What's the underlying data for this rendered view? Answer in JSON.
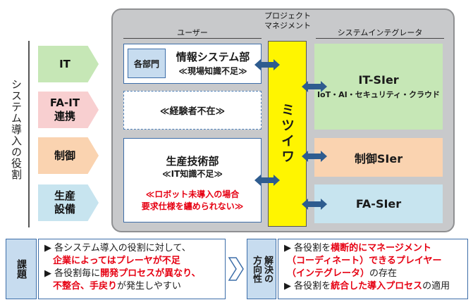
{
  "side_label": "システム導入の役割",
  "categories": {
    "it": "IT",
    "fa_it": [
      "FA-IT",
      "連携"
    ],
    "control": "制御",
    "facility": [
      "生産",
      "設備"
    ]
  },
  "headers": {
    "user": "ユーザー",
    "pm": [
      "プロジェクト",
      "マネジメント"
    ],
    "integrator": "システムインテグレータ"
  },
  "user_boxes": {
    "dept_tag": "各部門",
    "info_title": "情報システム部",
    "info_note": "≪現場知識不足≫",
    "no_exp": "≪経験者不在≫",
    "prod_title": "生産技術部",
    "prod_note": "≪IT知識不足≫",
    "prod_red": [
      "≪ロボット未導入の場合",
      "要求仕様を纏められない≫"
    ]
  },
  "pm_label": "ミツイワ",
  "si_boxes": {
    "it_title": "IT-SIer",
    "it_sub": "IoT・AI・セキュリティ・クラウド",
    "ctrl": "制御SIer",
    "fa": "FA-SIer"
  },
  "bottom": {
    "issue_tag": "課題",
    "issue_lines": [
      {
        "prefix": "▶ 各システム導入の役割に対して、",
        "red": "",
        "suffix": ""
      },
      {
        "prefix": "",
        "red": "企業によってはプレーヤが不足",
        "suffix": ""
      },
      {
        "prefix": "▶ 各役割毎に",
        "red": "開発プロセスが異なり、",
        "suffix": ""
      },
      {
        "prefix": "",
        "red": "不整合、手戻り",
        "suffix": "が発生しやすい"
      }
    ],
    "solution_tag": [
      "解決の",
      "方向性"
    ],
    "solution_lines": [
      {
        "prefix": "▶ 各役割を",
        "red": "横断的にマネージメント",
        "suffix": ""
      },
      {
        "prefix": "",
        "red": "（コーディネート）できるプレイヤー",
        "suffix": ""
      },
      {
        "prefix": "",
        "red": "（インテグレータ）",
        "suffix": "の存在"
      },
      {
        "prefix": "▶ 各役割を",
        "red": "統合した導入プロセス",
        "suffix": "の適用"
      }
    ]
  },
  "colors": {
    "panel": "#c8c9cb",
    "pm": "#fff500",
    "it_green": "#c6e7b6",
    "fa_pink": "#f8cfd0",
    "ctrl_orange": "#fad3b0",
    "fac_blue": "#c7e4ef",
    "arrow": "#2e5c8f",
    "highlight_red": "#e60012"
  }
}
